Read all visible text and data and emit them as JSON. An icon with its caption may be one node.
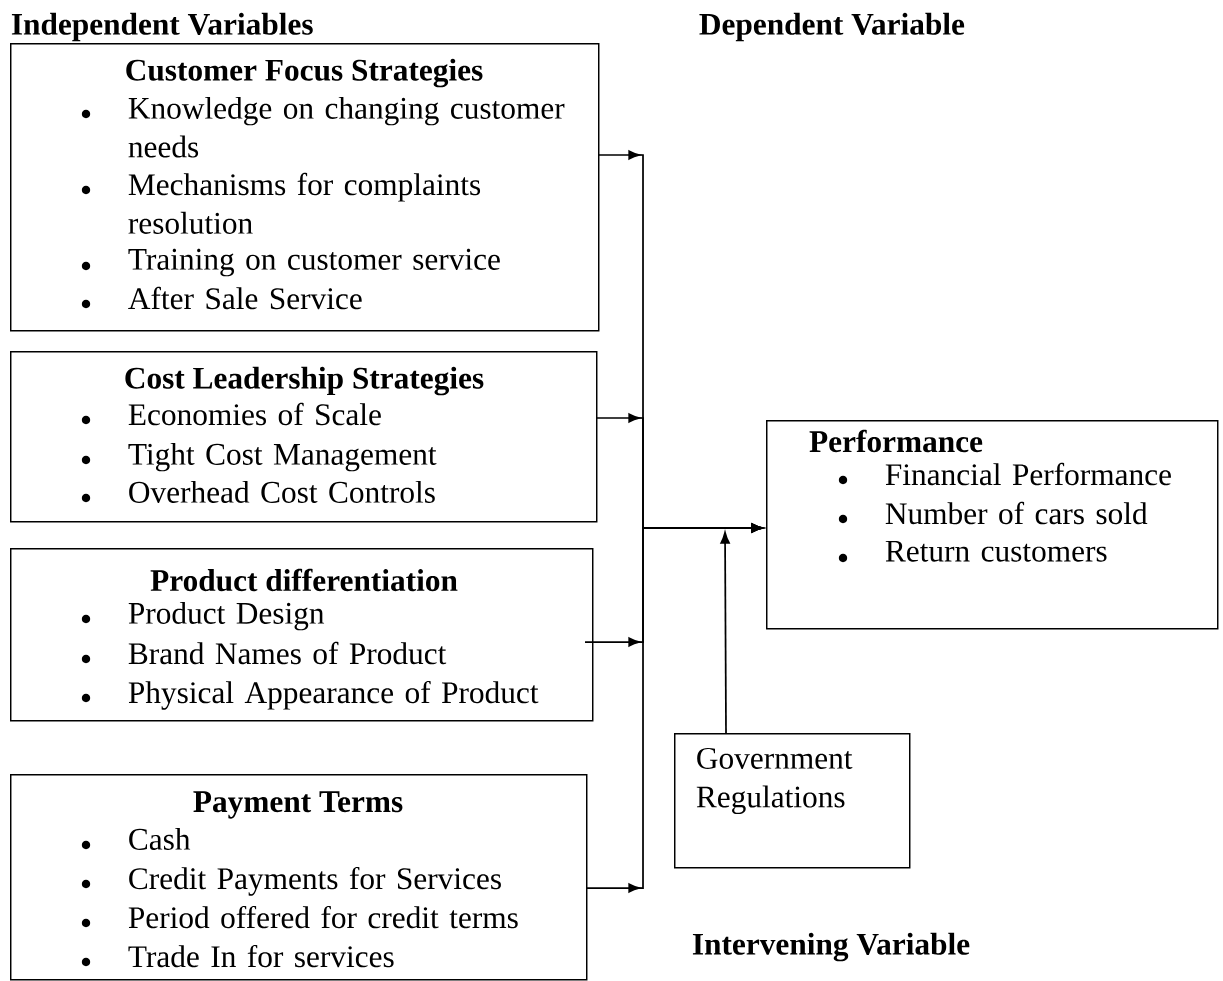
{
  "diagram": {
    "nodes": [
      {
        "text": [
          "Customer Focus Strategies",
          "Knowledge on changing customer needs",
          "Mechanisms for complaints resolution",
          "Training on customer service",
          "After Sale Service"
        ]
      },
      {
        "text": [
          "Cost Leadership Strategies",
          "Economies of Scale",
          "Tight Cost Management",
          "Overhead Cost Controls"
        ]
      },
      {
        "text": [
          "Product differentiation",
          "Product Design",
          "Brand Names of Product",
          "Physical Appearance of Product"
        ]
      },
      {
        "text": [
          "Payment Terms",
          "Cash",
          "Credit Payments for Services",
          "Period offered for credit terms",
          "Trade In for services"
        ]
      },
      {
        "text": [
          "Performance",
          "Financial Performance",
          "Number of cars sold",
          "Return customers"
        ]
      },
      {
        "text": [
          "Government Regulations"
        ]
      }
    ],
    "edges": [
      {
        "from": 0,
        "to": 4,
        "arrow": "to"
      },
      {
        "from": 1,
        "to": 4,
        "arrow": "to"
      },
      {
        "from": 2,
        "to": 4,
        "arrow": "to"
      },
      {
        "from": 3,
        "to": 4,
        "arrow": "to"
      },
      {
        "from": 5,
        "to": null,
        "arrow": "to"
      }
    ],
    "labels": [
      "Independent Variables",
      "Dependent Variable",
      "Intervening Variable"
    ]
  }
}
